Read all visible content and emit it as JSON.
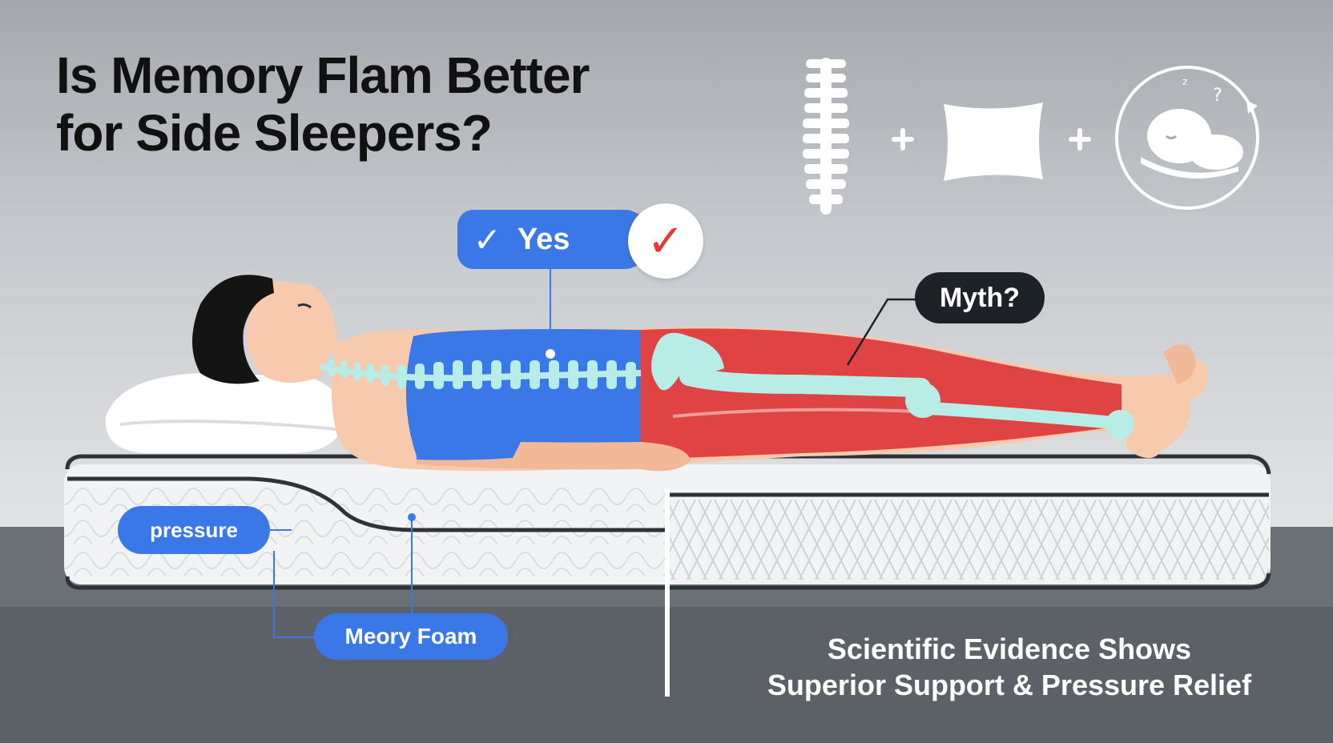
{
  "title": {
    "line1": "Is Memory Flam Better",
    "line2": "for Side Sleepers?"
  },
  "callouts": {
    "yes": "Yes",
    "yes_check_glyph": "✓",
    "myth": "Myth?",
    "pressure": "pressure",
    "memory_foam": "Meory Foam"
  },
  "evidence": {
    "line1": "Scientific Evidence Shows",
    "line2": "Superior Support & Pressure Relief"
  },
  "icons": {
    "plus": "+"
  },
  "colors": {
    "accent_blue": "#3b78e7",
    "accent_red": "#e04343",
    "dark_pill": "#1d2229",
    "bone": "#b8ece6",
    "skin": "#f7c9ad"
  }
}
